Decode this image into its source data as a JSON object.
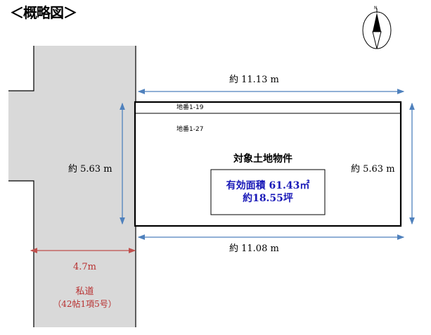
{
  "title": "＜概略図＞",
  "compass": {
    "north_label": "N"
  },
  "dimensions": {
    "top_width": "約 11.13 m",
    "bottom_width": "約 11.08 m",
    "left_depth": "約 5.63 m",
    "right_depth": "約 5.63 m",
    "road_width": "4.7m"
  },
  "lots": {
    "lot_a": "地番1-19",
    "lot_b": "地番1-27"
  },
  "property": {
    "label": "対象土地物件",
    "area_line": "有効面積 61.43㎡",
    "tsubo_line": "約18.55坪"
  },
  "road": {
    "name": "私道",
    "designation": "（42帖1項5号）"
  },
  "colors": {
    "road_fill": "#d9d9d9",
    "arrow_blue": "#4f81bd",
    "road_red": "#c0504d",
    "area_text": "#1a1ab8"
  }
}
